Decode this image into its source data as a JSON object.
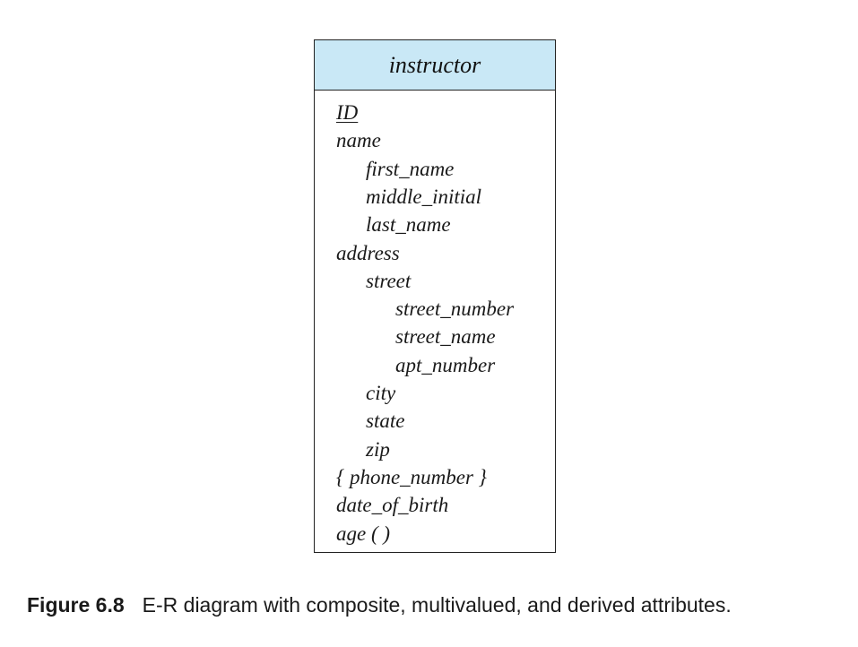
{
  "entity": {
    "name": "instructor",
    "header_color": "#c9e8f6",
    "attributes": [
      {
        "text": "ID",
        "level": 0,
        "primary_key": true
      },
      {
        "text": "name",
        "level": 0
      },
      {
        "text": "first_name",
        "level": 1
      },
      {
        "text": "middle_initial",
        "level": 1
      },
      {
        "text": "last_name",
        "level": 1
      },
      {
        "text": "address",
        "level": 0
      },
      {
        "text": "street",
        "level": 1
      },
      {
        "text": "street_number",
        "level": 2
      },
      {
        "text": "street_name",
        "level": 2
      },
      {
        "text": "apt_number",
        "level": 2
      },
      {
        "text": "city",
        "level": 1
      },
      {
        "text": "state",
        "level": 1
      },
      {
        "text": "zip",
        "level": 1
      },
      {
        "text": "{ phone_number }",
        "level": 0
      },
      {
        "text": "date_of_birth",
        "level": 0
      },
      {
        "text": "age ( )",
        "level": 0
      }
    ]
  },
  "caption": {
    "label": "Figure 6.8",
    "text": "E-R diagram with composite, multivalued, and derived attributes."
  }
}
